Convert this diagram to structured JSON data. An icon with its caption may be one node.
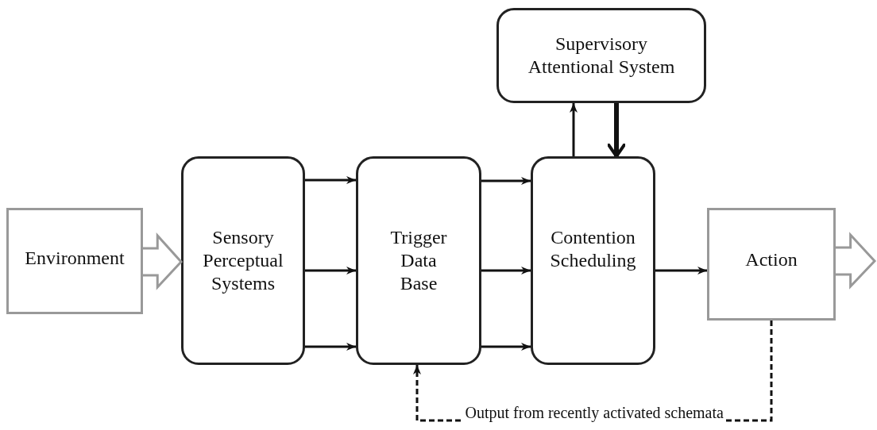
{
  "diagram": {
    "nodes": [
      {
        "text": [
          "Environment"
        ]
      },
      {
        "text": [
          "Sensory Perceptual Systems"
        ]
      },
      {
        "text": [
          "Trigger Data Base"
        ]
      },
      {
        "text": [
          "Contention Scheduling"
        ]
      },
      {
        "text": [
          "Supervisory Attentional System"
        ]
      },
      {
        "text": [
          "Action"
        ]
      }
    ],
    "edges": [
      {
        "from": 0,
        "to": 1,
        "arrow": "to"
      },
      {
        "from": 1,
        "to": 2,
        "arrow": "to"
      },
      {
        "from": 1,
        "to": 2,
        "arrow": "to"
      },
      {
        "from": 1,
        "to": 2,
        "arrow": "to"
      },
      {
        "from": 2,
        "to": 3,
        "arrow": "to"
      },
      {
        "from": 2,
        "to": 3,
        "arrow": "to"
      },
      {
        "from": 2,
        "to": 3,
        "arrow": "to"
      },
      {
        "from": 3,
        "to": 4,
        "arrow": "to"
      },
      {
        "from": 4,
        "to": 3,
        "arrow": "to",
        "style": "thick"
      },
      {
        "from": 3,
        "to": 5,
        "arrow": "to"
      },
      {
        "from": 5,
        "to": null,
        "arrow": "to"
      },
      {
        "from": 5,
        "to": 2,
        "arrow": "to",
        "style": "dashed",
        "label": "Output from recently activated schemata"
      }
    ]
  }
}
